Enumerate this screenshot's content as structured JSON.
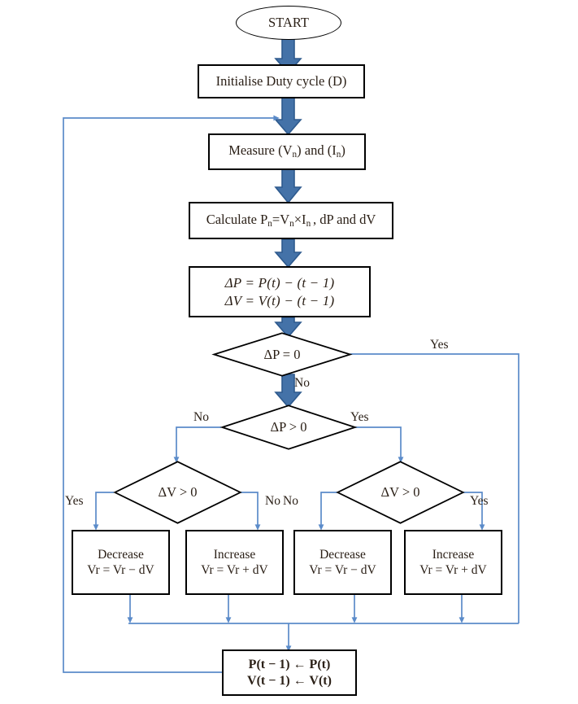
{
  "diagram": {
    "title": "Perturb and Observe MPPT Algorithm Flowchart",
    "colors": {
      "thick_arrow_fill": "#4472a8",
      "thick_arrow_stroke": "#2e5a8e",
      "thin_line": "#5b8bc9",
      "shape_border": "#000000",
      "text": "#2b2017",
      "background": "#ffffff"
    }
  },
  "nodes": {
    "start": {
      "label": "START"
    },
    "init": {
      "label": "Initialise Duty cycle (D)"
    },
    "measure": {
      "prefix": "Measure (V",
      "sub1": "n",
      "mid": ") and (I",
      "sub2": "n",
      "suffix": ")"
    },
    "calculate": {
      "prefix": "Calculate P",
      "sub1": "n",
      "mid1": "=V",
      "sub2": "n",
      "mid2": "×I",
      "sub3": "n ",
      "suffix": ", dP and dV"
    },
    "delta_eq": {
      "line1": "ΔP = P(t) − (t − 1)",
      "line2": "ΔV = V(t) − (t − 1)"
    },
    "dp_zero": {
      "label": "ΔP = 0"
    },
    "dp_gt_zero": {
      "label": "ΔP > 0"
    },
    "dv_left": {
      "label": "ΔV > 0"
    },
    "dv_right": {
      "label": "ΔV > 0"
    },
    "action1": {
      "line1": "Decrease",
      "line2": "Vr = Vr − dV"
    },
    "action2": {
      "line1": "Increase",
      "line2": "Vr = Vr + dV"
    },
    "action3": {
      "line1": "Decrease",
      "line2": "Vr = Vr − dV"
    },
    "action4": {
      "line1": "Increase",
      "line2": "Vr = Vr + dV"
    },
    "update": {
      "line1": "P(t − 1) ← P(t)",
      "line2": "V(t − 1) ← V(t)"
    }
  },
  "edge_labels": {
    "dp_zero_yes": "Yes",
    "dp_zero_no": "No",
    "dp_gt_no": "No",
    "dp_gt_yes": "Yes",
    "dv_left_yes": "Yes",
    "dv_left_no": "No",
    "dv_right_no": "No",
    "dv_right_yes": "Yes"
  }
}
